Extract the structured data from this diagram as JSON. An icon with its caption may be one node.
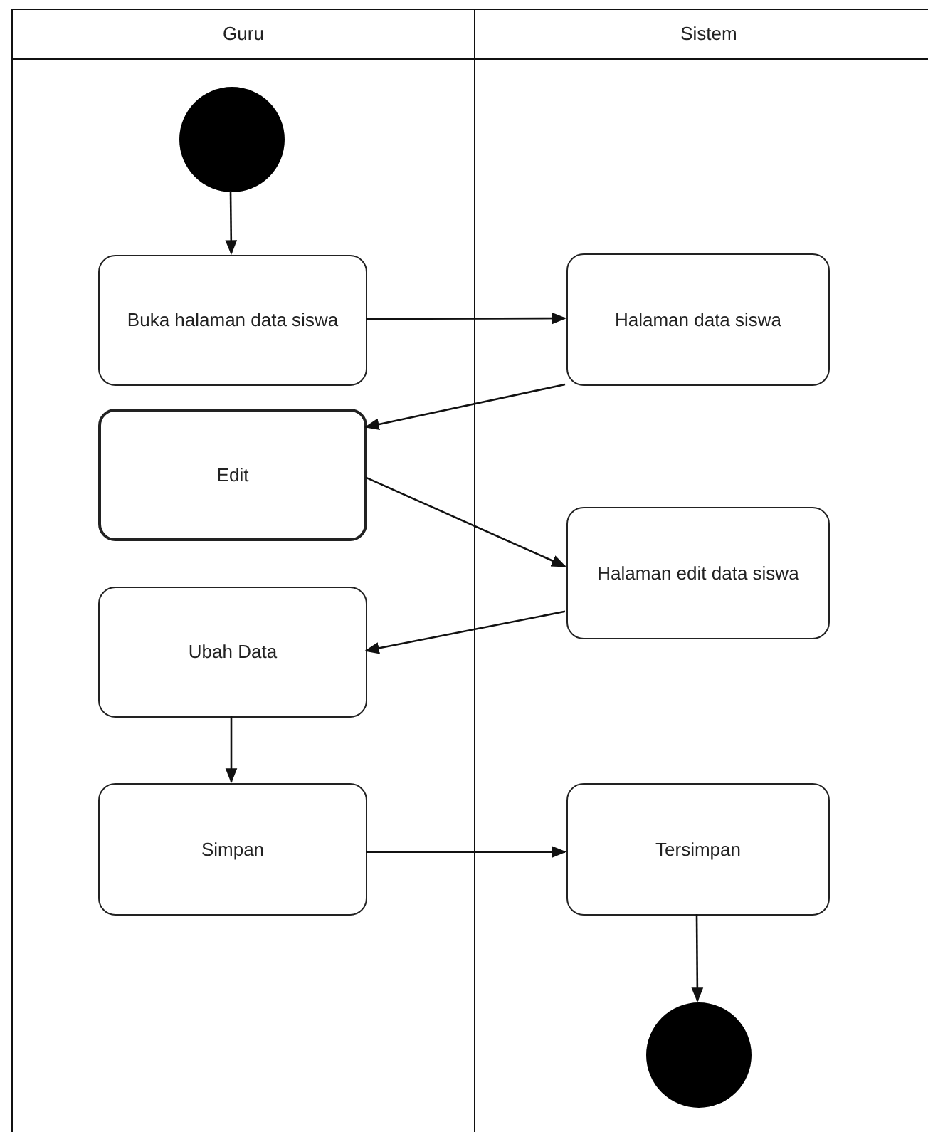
{
  "diagram": {
    "nodes": [
      {
        "text": [
          "Guru"
        ]
      },
      {
        "text": [
          "Sistem"
        ]
      },
      {
        "text": [],
        "shape": "circle",
        "in": 0
      },
      {
        "text": [
          "Buka halaman data siswa"
        ],
        "in": 0
      },
      {
        "text": [
          "Halaman data siswa"
        ],
        "in": 1
      },
      {
        "text": [
          "Edit"
        ],
        "in": 0
      },
      {
        "text": [
          "Halaman edit data siswa"
        ],
        "in": 1
      },
      {
        "text": [
          "Ubah Data"
        ],
        "in": 0
      },
      {
        "text": [
          "Simpan"
        ],
        "in": 0
      },
      {
        "text": [
          "Tersimpan"
        ],
        "in": 1
      },
      {
        "text": [],
        "shape": "circle",
        "in": 1
      }
    ],
    "edges": [
      {
        "from": 2,
        "to": 3,
        "arrow": "to"
      },
      {
        "from": 3,
        "to": 4,
        "arrow": "to"
      },
      {
        "from": 4,
        "to": 5,
        "arrow": "to"
      },
      {
        "from": 5,
        "to": 6,
        "arrow": "to"
      },
      {
        "from": 6,
        "to": 7,
        "arrow": "to"
      },
      {
        "from": 7,
        "to": 8,
        "arrow": "to"
      },
      {
        "from": 8,
        "to": 9,
        "arrow": "to"
      },
      {
        "from": 9,
        "to": 10,
        "arrow": "to"
      }
    ]
  }
}
